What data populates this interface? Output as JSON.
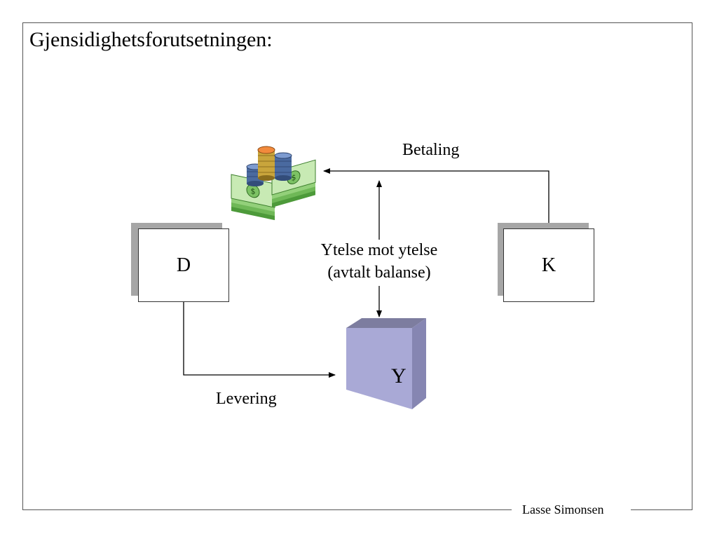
{
  "title": "Gjensidighetsforutsetningen:",
  "footer": "Lasse Simonsen",
  "nodes": {
    "d": "D",
    "k": "K",
    "y": "Y"
  },
  "edges": {
    "betaling": "Betaling",
    "levering": "Levering",
    "balance_line1": "Ytelse mot ytelse",
    "balance_line2": "(avtalt balanse)"
  },
  "icons": {
    "money": "money-stack-icon",
    "product": "product-cube-icon"
  },
  "colors": {
    "cube_front": "#a9a9d6",
    "cube_top": "#7d7d9f",
    "cube_side": "#8686b2",
    "box_shadow": "#a6a6a6"
  }
}
